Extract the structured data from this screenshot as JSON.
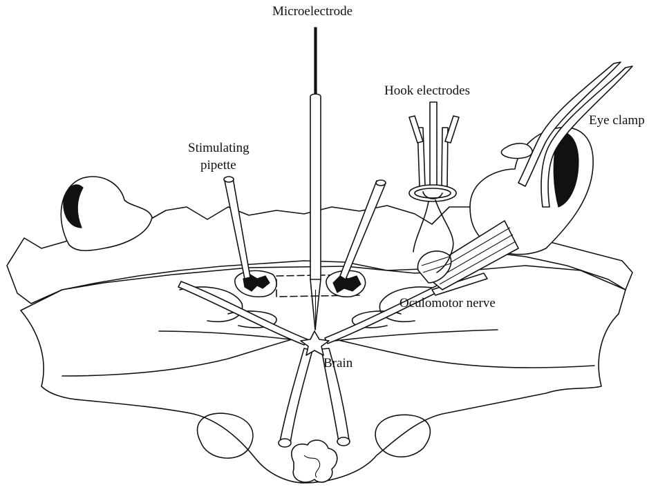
{
  "labels": {
    "microelectrode": "Microelectrode",
    "hook_electrodes": "Hook electrodes",
    "eye_clamp": "Eye clamp",
    "stimulating_pipette_line1": "Stimulating",
    "stimulating_pipette_line2": "pipette",
    "oculomotor_nerve": "Oculomotor nerve",
    "brain": "Brain"
  },
  "colors": {
    "ink": "#111111",
    "paper": "#ffffff",
    "stipple": "#222222"
  }
}
